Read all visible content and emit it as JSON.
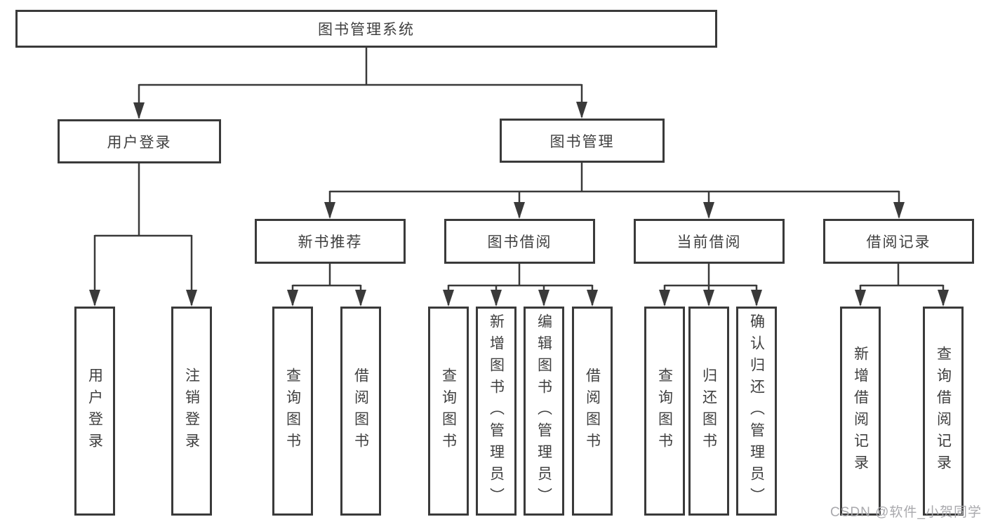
{
  "tree": {
    "root": {
      "label": "图书管理系统"
    },
    "branches": [
      {
        "label": "用户登录",
        "children": [
          {
            "label": "用户登录"
          },
          {
            "label": "注销登录"
          }
        ]
      },
      {
        "label": "图书管理",
        "sections": [
          {
            "label": "新书推荐",
            "children": [
              {
                "label": "查询图书"
              },
              {
                "label": "借阅图书"
              }
            ]
          },
          {
            "label": "图书借阅",
            "children": [
              {
                "label": "查询图书"
              },
              {
                "label": "新增图书（管理员）"
              },
              {
                "label": "编辑图书（管理员）"
              },
              {
                "label": "借阅图书"
              }
            ]
          },
          {
            "label": "当前借阅",
            "children": [
              {
                "label": "查询图书"
              },
              {
                "label": "归还图书"
              },
              {
                "label": "确认归还（管理员）"
              }
            ]
          },
          {
            "label": "借阅记录",
            "children": [
              {
                "label": "新增借阅记录"
              },
              {
                "label": "查询借阅记录"
              }
            ]
          }
        ]
      }
    ]
  },
  "watermark": {
    "text": "CSDN @软件_小贺同学"
  },
  "colors": {
    "line": "#3a3a3a",
    "text": "#3f3f3f",
    "watermark_gray": "#a9a9ad",
    "background": "#ffffff"
  }
}
